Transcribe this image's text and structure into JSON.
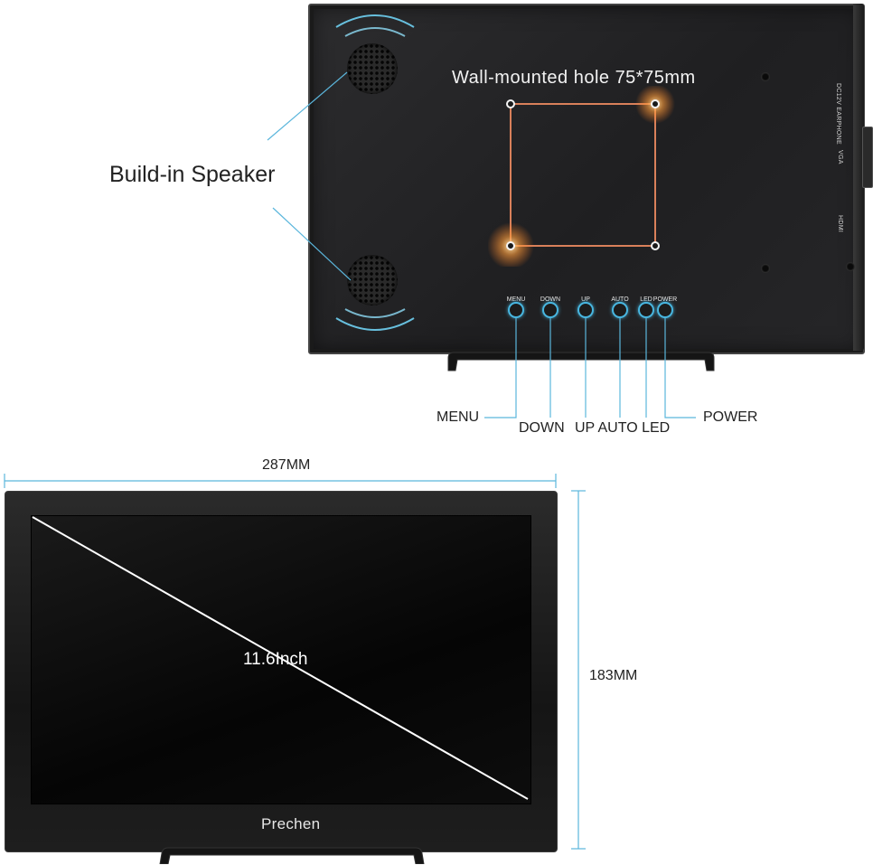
{
  "back_view": {
    "wall_mount_caption": "Wall-mounted hole 75*75mm",
    "ports": [
      "DC12V EARPHONE",
      "VGA",
      "HDMI"
    ],
    "buttons": [
      "MENU",
      "DOWN",
      "UP",
      "AUTO",
      "LED",
      "POWER"
    ]
  },
  "callouts": {
    "speaker": "Build-in Speaker",
    "menu": "MENU",
    "down": "DOWN",
    "up_auto_led": "UP AUTO LED",
    "power": "POWER"
  },
  "front_view": {
    "brand": "Prechen",
    "diagonal": "11.6Inch",
    "width": "287MM",
    "height": "183MM"
  },
  "colors": {
    "accent_blue": "#48b6e0",
    "mount_glow": "#d9805a",
    "panel": "#232325"
  }
}
